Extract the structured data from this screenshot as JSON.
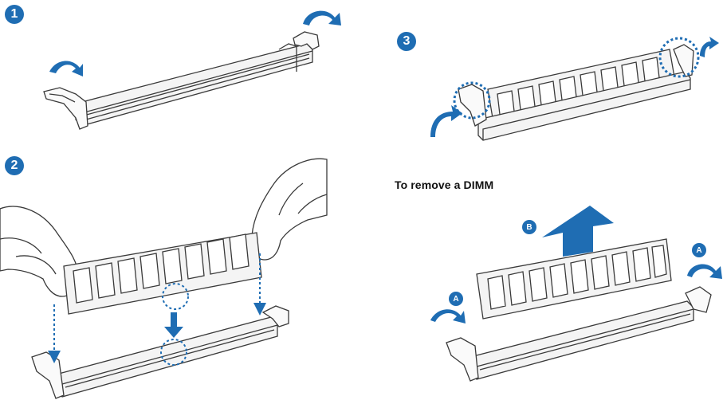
{
  "steps": {
    "step1": "1",
    "step2": "2",
    "step3": "3"
  },
  "remove_section": {
    "title": "To remove a DIMM",
    "label_a": "A",
    "label_b": "B"
  },
  "colors": {
    "accent": "#1f6db3",
    "line": "#3a3a3a",
    "slot_fill": "#f4f4f4"
  }
}
